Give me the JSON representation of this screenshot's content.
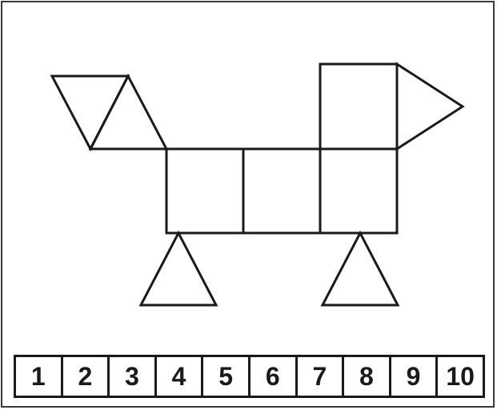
{
  "number_strip": {
    "cells": [
      "1",
      "2",
      "3",
      "4",
      "5",
      "6",
      "7",
      "8",
      "9",
      "10"
    ]
  },
  "colors": {
    "line": "#1a1a1a",
    "background": "#ffffff"
  }
}
